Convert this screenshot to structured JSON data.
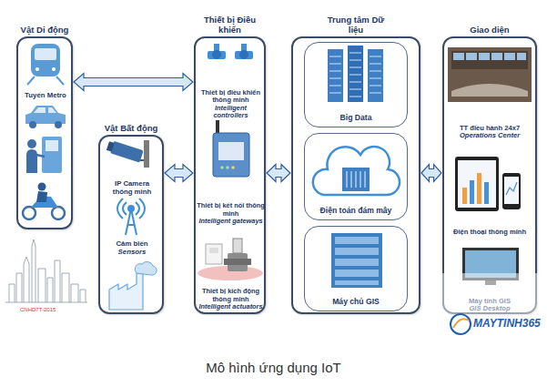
{
  "diagram": {
    "caption": "Mô hình ứng dụng IoT",
    "nodes": [
      {
        "text": [
          "Vật Di động"
        ]
      },
      {
        "text": [
          "Tuyến Metro"
        ],
        "in": 0
      },
      {
        "text": [
          "Vật Bất động"
        ]
      },
      {
        "text": [
          "IP Camera thông minh"
        ],
        "in": 2
      },
      {
        "text": [
          "Cảm biến",
          "Sensors"
        ],
        "in": 2
      },
      {
        "text": [
          "Thiết bị Điều khiển"
        ]
      },
      {
        "text": [
          "Thiết bị điều khiển thông minh",
          "Intelligent controllers"
        ],
        "in": 5
      },
      {
        "text": [
          "Thiết bị kết nối thông minh",
          "Intelligent gateways"
        ],
        "in": 5
      },
      {
        "text": [
          "Thiết bị kích động thông minh",
          "Intelligent actuators"
        ],
        "in": 5
      },
      {
        "text": [
          "Trung tâm Dữ liệu"
        ]
      },
      {
        "text": [
          "Big Data"
        ],
        "in": 9
      },
      {
        "text": [
          "Điện toán đám mây"
        ],
        "in": 9
      },
      {
        "text": [
          "Máy chủ GIS"
        ],
        "in": 9
      },
      {
        "text": [
          "Giao diện"
        ]
      },
      {
        "text": [
          "TT điều hành 24x7",
          "Operations Center"
        ],
        "in": 13
      },
      {
        "text": [
          "Điện thoại thông minh"
        ],
        "in": 13
      },
      {
        "text": [
          "Máy tính GIS",
          "GIS Desktop"
        ],
        "in": 13
      }
    ],
    "edges": [
      {
        "from": 0,
        "to": 5,
        "arrow": "both"
      },
      {
        "from": 2,
        "to": 5,
        "arrow": "both"
      },
      {
        "from": 5,
        "to": 9,
        "arrow": "both"
      },
      {
        "from": 9,
        "to": 13,
        "arrow": "both"
      }
    ],
    "labels": [
      "CNHD7T-2015",
      "MAYTINH365"
    ]
  }
}
